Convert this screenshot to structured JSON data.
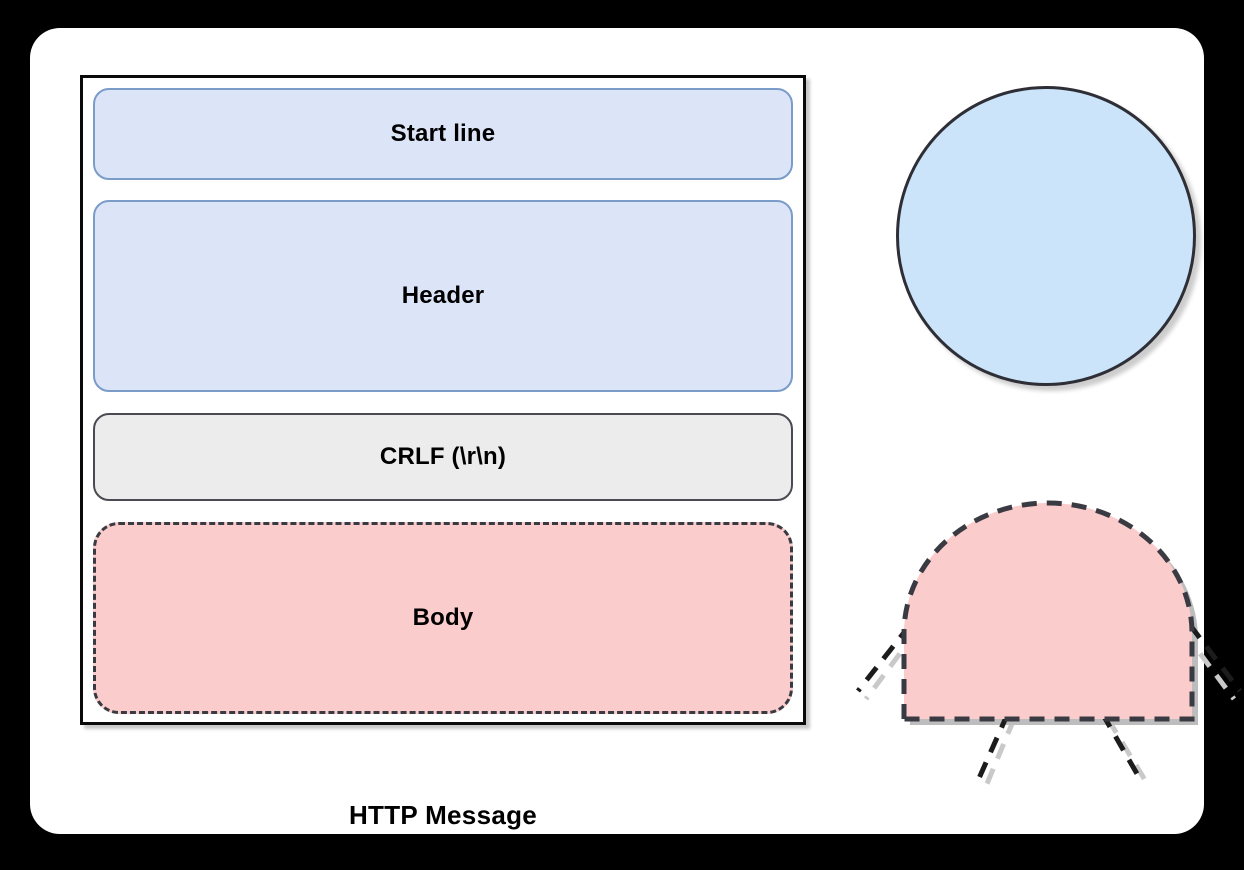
{
  "diagram": {
    "caption": "HTTP Message",
    "message_parts": [
      {
        "id": "start-line",
        "label": "Start line",
        "style": "blue-rounded",
        "fill": "#dce4f8",
        "stroke": "#7a9cc8",
        "border_style": "solid"
      },
      {
        "id": "header",
        "label": "Header",
        "style": "blue-rounded",
        "fill": "#dce4f8",
        "stroke": "#7a9cc8",
        "border_style": "solid"
      },
      {
        "id": "crlf",
        "label": "CRLF (\\r\\n)",
        "style": "gray-rounded",
        "fill": "#ececec",
        "stroke": "#4a4a52",
        "border_style": "solid"
      },
      {
        "id": "body",
        "label": "Body",
        "style": "pink-dashed",
        "fill": "#fbcccc",
        "stroke": "#3a3a42",
        "border_style": "dashed"
      }
    ],
    "shapes": [
      {
        "id": "circle",
        "name": "blue-circle",
        "fill": "#cce4fa",
        "stroke": "#2e2e36",
        "border_style": "solid"
      },
      {
        "id": "dome",
        "name": "pink-dome-with-rays",
        "fill": "#fbcccc",
        "stroke": "#3a3a42",
        "border_style": "dashed",
        "ray_count": 4
      }
    ],
    "colors": {
      "page_background": "#000000",
      "card_background": "#ffffff",
      "container_border": "#0a0a0a",
      "text": "#000000"
    }
  }
}
